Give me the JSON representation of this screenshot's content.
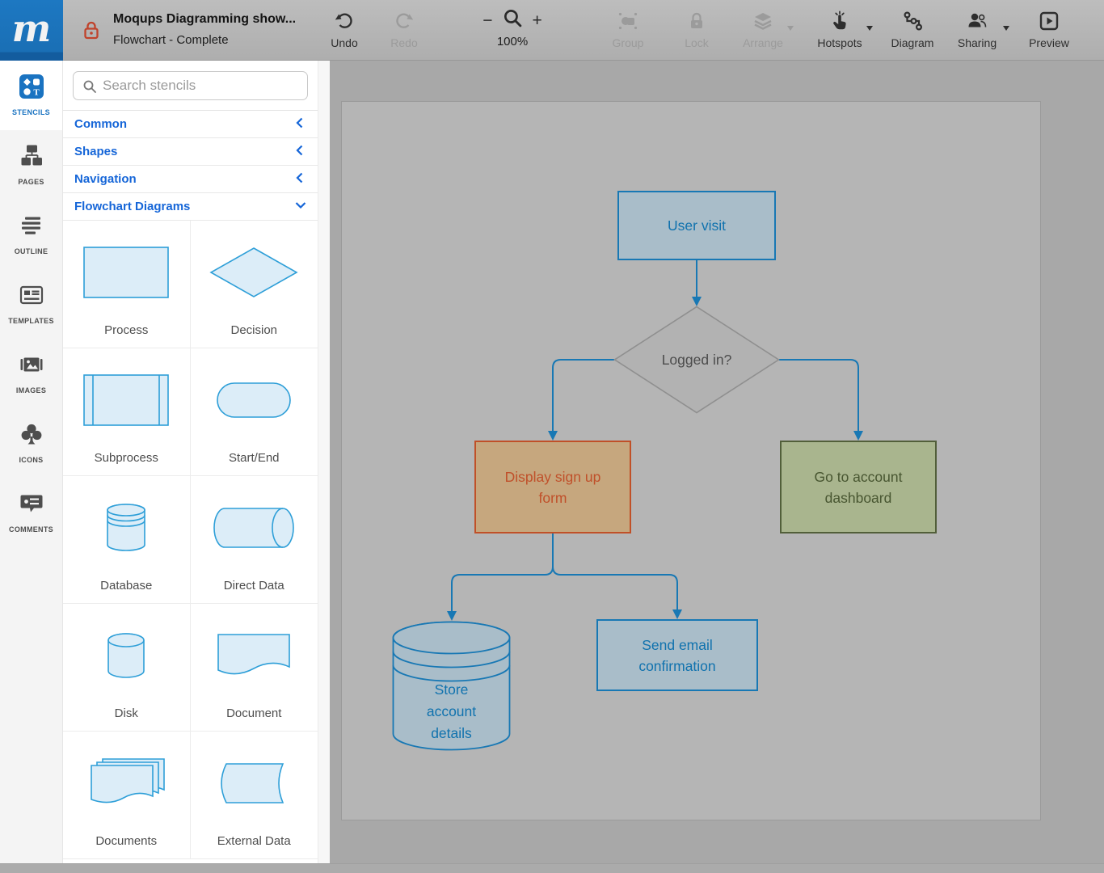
{
  "app": {
    "logo_letter": "m",
    "title": "Moqups Diagramming show...",
    "subtitle": "Flowchart - Complete"
  },
  "toolbar": {
    "undo": {
      "label": "Undo",
      "enabled": true
    },
    "redo": {
      "label": "Redo",
      "enabled": false
    },
    "zoom": {
      "minus": "−",
      "plus": "+",
      "level": "100%"
    },
    "group": {
      "label": "Group",
      "enabled": false
    },
    "lock": {
      "label": "Lock",
      "enabled": false
    },
    "arrange": {
      "label": "Arrange",
      "enabled": false,
      "dropdown": true
    },
    "hotspots": {
      "label": "Hotspots",
      "enabled": true,
      "dropdown": true
    },
    "diagram": {
      "label": "Diagram",
      "enabled": true
    },
    "sharing": {
      "label": "Sharing",
      "enabled": true,
      "dropdown": true
    },
    "preview": {
      "label": "Preview",
      "enabled": true
    }
  },
  "sidebar": {
    "items": [
      {
        "label": "STENCILS",
        "active": true
      },
      {
        "label": "PAGES",
        "active": false
      },
      {
        "label": "OUTLINE",
        "active": false
      },
      {
        "label": "TEMPLATES",
        "active": false
      },
      {
        "label": "IMAGES",
        "active": false
      },
      {
        "label": "ICONS",
        "active": false
      },
      {
        "label": "COMMENTS",
        "active": false
      }
    ]
  },
  "stencils": {
    "search_placeholder": "Search stencils",
    "categories": [
      {
        "label": "Common",
        "state": "collapsed"
      },
      {
        "label": "Shapes",
        "state": "collapsed"
      },
      {
        "label": "Navigation",
        "state": "collapsed"
      },
      {
        "label": "Flowchart Diagrams",
        "state": "expanded"
      }
    ],
    "items": [
      "Process",
      "Decision",
      "Subprocess",
      "Start/End",
      "Database",
      "Direct Data",
      "Disk",
      "Document",
      "Documents",
      "External Data"
    ]
  },
  "canvas": {
    "nodes": [
      {
        "label": "User visit",
        "shape": "process",
        "theme": "blue"
      },
      {
        "label": "Logged in?",
        "shape": "decision",
        "theme": "gray"
      },
      {
        "label": "Display sign up form",
        "shape": "process",
        "theme": "orange"
      },
      {
        "label": "Go to account dashboard",
        "shape": "process",
        "theme": "green"
      },
      {
        "label": "Store account details",
        "shape": "database",
        "theme": "blue"
      },
      {
        "label": "Send email confirmation",
        "shape": "process",
        "theme": "blue"
      }
    ],
    "edges": [
      {
        "from": "User visit",
        "to": "Logged in?"
      },
      {
        "from": "Logged in?",
        "to": "Display sign up form"
      },
      {
        "from": "Logged in?",
        "to": "Go to account dashboard"
      },
      {
        "from": "Display sign up form",
        "to": "Store account details"
      },
      {
        "from": "Display sign up form",
        "to": "Send email confirmation"
      }
    ]
  },
  "colors": {
    "accent_blue": "#1a73c1",
    "category_blue": "#1666d8",
    "stencil_stroke": "#2e9fd8",
    "stencil_fill": "#dcedf8",
    "connector": "#1878b4",
    "node_blue_fill": "#a9bdc9",
    "node_blue_text": "#1072ae",
    "node_orange_fill": "#c6a77e",
    "node_orange_border": "#c05028",
    "node_green_fill": "#a9b58e",
    "node_green_border": "#525f3a",
    "decision_fill": "#b2b2b2",
    "doc_lock_red": "#c0432c"
  }
}
